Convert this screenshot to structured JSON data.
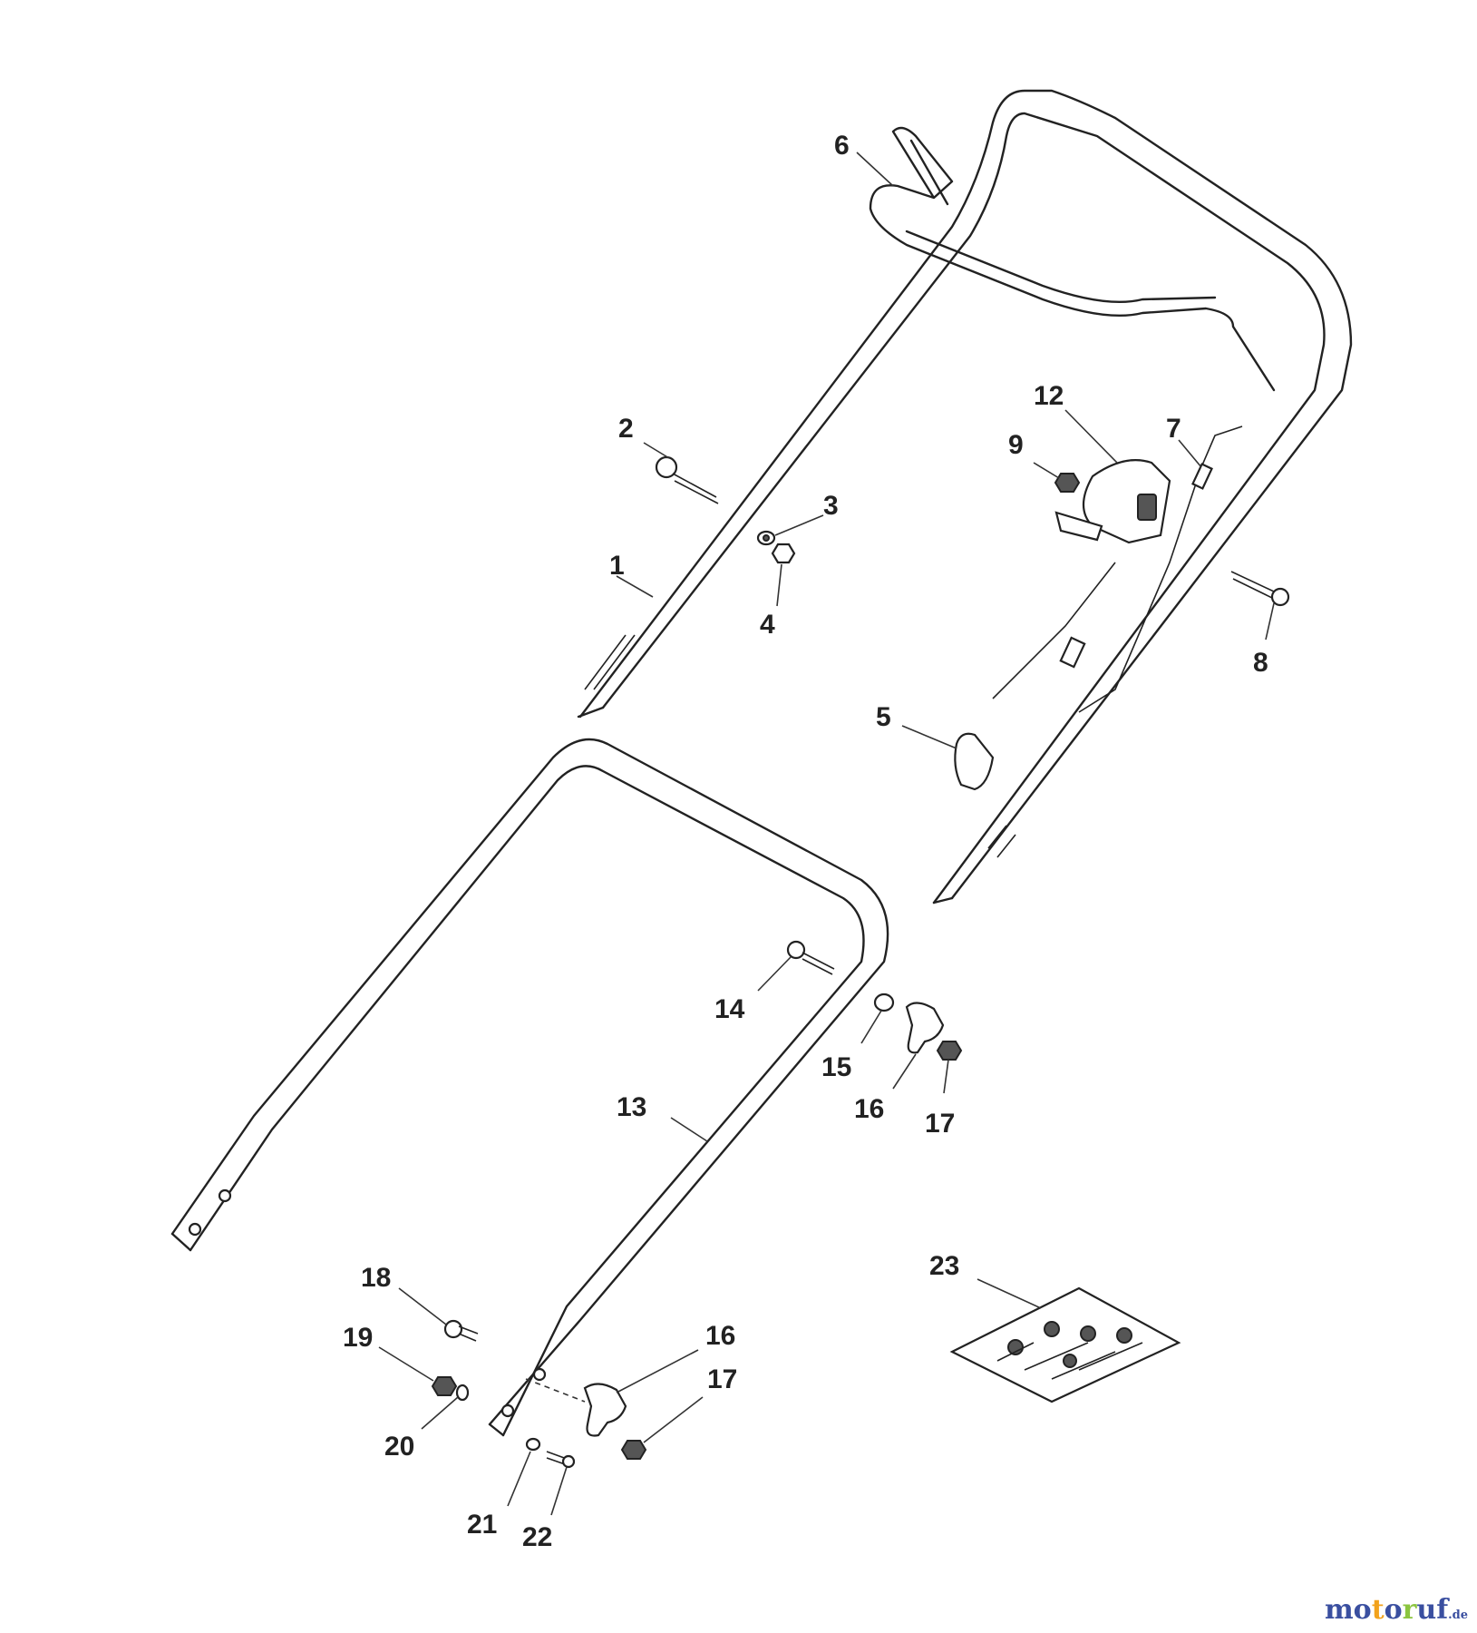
{
  "callouts": [
    {
      "id": "1",
      "text": "1"
    },
    {
      "id": "2",
      "text": "2"
    },
    {
      "id": "3",
      "text": "3"
    },
    {
      "id": "4",
      "text": "4"
    },
    {
      "id": "5",
      "text": "5"
    },
    {
      "id": "6",
      "text": "6"
    },
    {
      "id": "7",
      "text": "7"
    },
    {
      "id": "8",
      "text": "8"
    },
    {
      "id": "9",
      "text": "9"
    },
    {
      "id": "12",
      "text": "12"
    },
    {
      "id": "13",
      "text": "13"
    },
    {
      "id": "14",
      "text": "14"
    },
    {
      "id": "15",
      "text": "15"
    },
    {
      "id": "16a",
      "text": "16"
    },
    {
      "id": "17a",
      "text": "17"
    },
    {
      "id": "16b",
      "text": "16"
    },
    {
      "id": "17b",
      "text": "17"
    },
    {
      "id": "18",
      "text": "18"
    },
    {
      "id": "19",
      "text": "19"
    },
    {
      "id": "20",
      "text": "20"
    },
    {
      "id": "21",
      "text": "21"
    },
    {
      "id": "22",
      "text": "22"
    },
    {
      "id": "23",
      "text": "23"
    }
  ],
  "watermark": {
    "p1": "mo",
    "p2": "t",
    "p3": "o",
    "p4": "r",
    "p5": "uf",
    "tld": ".de"
  }
}
